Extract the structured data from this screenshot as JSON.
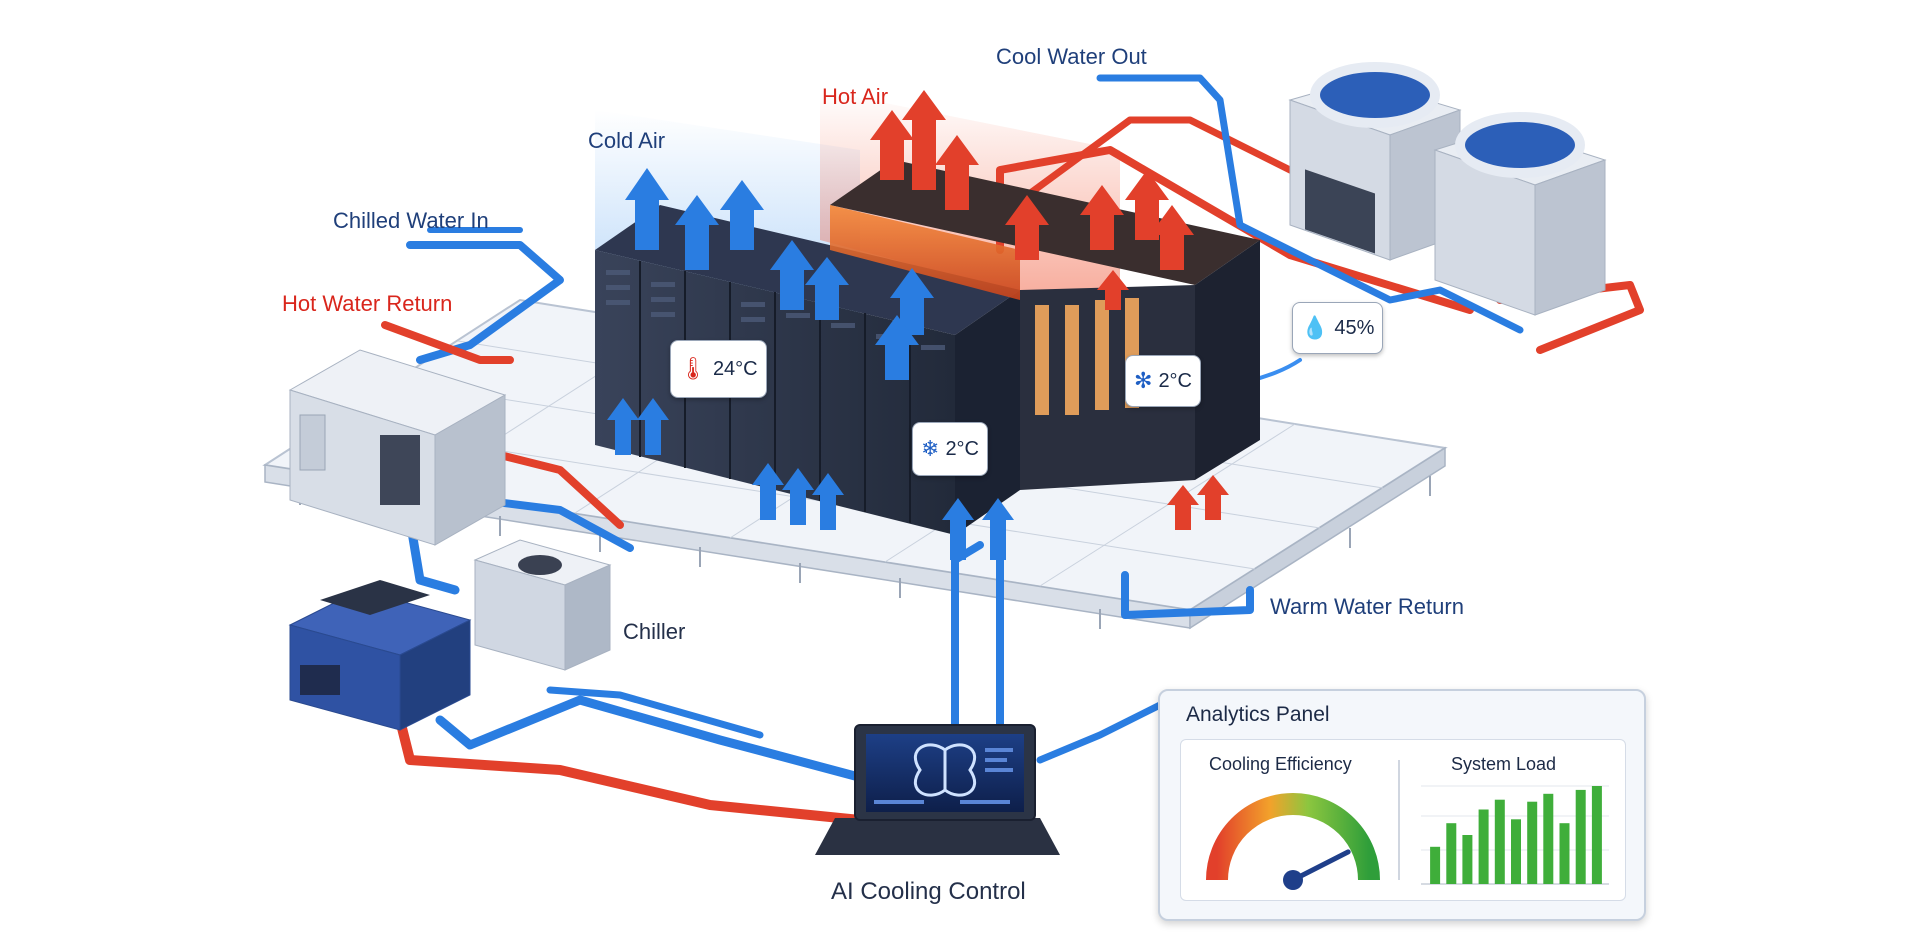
{
  "labels": {
    "cool_water_out": "Cool Water Out",
    "hot_air": "Hot Air",
    "cold_air": "Cold Air",
    "chilled_water_in": "Chilled Water In",
    "hot_water_return": "Hot Water Return",
    "chiller": "Chiller",
    "warm_water_return": "Warm Water Return",
    "ai_cooling_control": "AI Cooling Control"
  },
  "badges": {
    "temp_rack": "24°C",
    "fan_center": "2°C",
    "fan_right": "2°C",
    "humidity": "45%"
  },
  "analytics_panel": {
    "title": "Analytics Panel",
    "cooling_efficiency_label": "Cooling Efficiency",
    "system_load_label": "System Load",
    "cooling_efficiency_gauge": 0.85
  },
  "chart_data": {
    "type": "bar",
    "title": "System Load",
    "values": [
      0.38,
      0.62,
      0.5,
      0.76,
      0.86,
      0.66,
      0.84,
      0.92,
      0.62,
      0.96,
      1.0
    ],
    "bar_color": "#3fae3a"
  },
  "colors": {
    "cold": "#2a7de1",
    "hot": "#e2402b",
    "rack": "#2b3446",
    "accent_gauge_needle": "#1f3f8a"
  }
}
